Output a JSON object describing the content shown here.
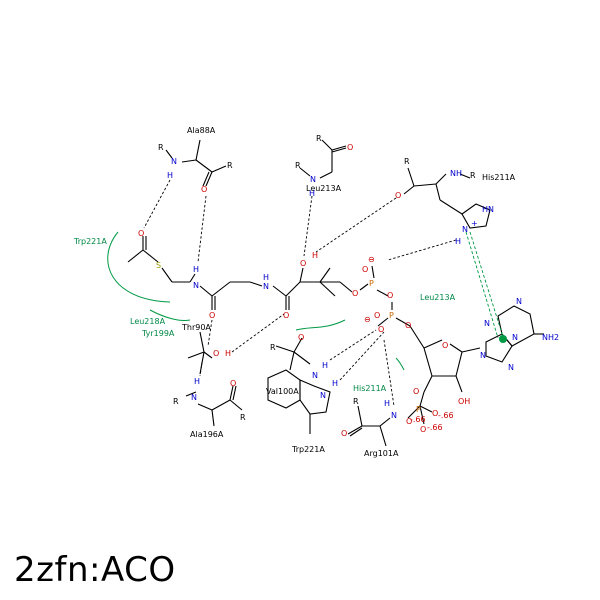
{
  "title": "2zfn:ACO",
  "residues": {
    "ala88a": "Ala88A",
    "leu213a_top": "Leu213A",
    "his211a_top": "His211A",
    "trp221a_left": "Trp221A",
    "leu218a": "Leu218A",
    "tyr199a": "Tyr199A",
    "thr90a": "Thr90A",
    "ala196a": "Ala196A",
    "val100a": "Val100A",
    "trp221a_bottom": "Trp221A",
    "his211a_mid": "His211A",
    "arg101a": "Arg101A",
    "leu213a_mid": "Leu213A"
  },
  "atoms": {
    "N": "N",
    "H": "H",
    "O": "O",
    "S": "S",
    "P": "P",
    "R": "R",
    "NH": "NH",
    "HN": "HN",
    "NH2": "NH2",
    "OH": "OH",
    "charge_neg": "⊖",
    "charge_plus": "+",
    "charge_66": "-.66"
  },
  "colors": {
    "nitrogen": "#0000cc",
    "oxygen": "#cc0000",
    "sulfur": "#999900",
    "phosphorus": "#cc6600",
    "hydrophobic": "#008844"
  }
}
